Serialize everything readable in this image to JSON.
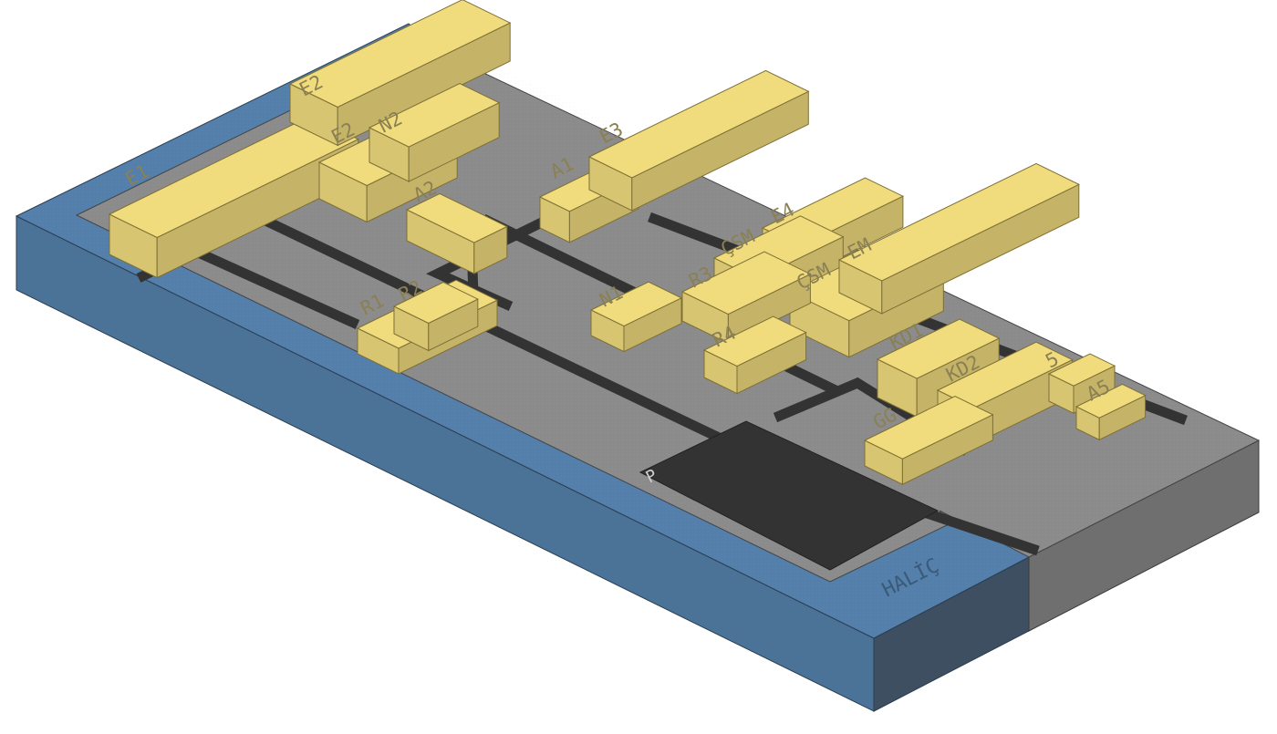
{
  "colors": {
    "water": "#4e7aa3",
    "ground": "#8c8c8c",
    "road": "#333333",
    "building": "#f0db7d"
  },
  "labels": {
    "e1": "E1",
    "e2_top": "E2",
    "e2": "E2",
    "n2": "N2",
    "a2": "A2",
    "a1": "A1",
    "e3": "E3",
    "e4": "E4",
    "csm_top": "ÇSM",
    "csm": "ÇSM",
    "em": "EM",
    "r3": "R3",
    "r1": "R1",
    "r2": "R2",
    "n1": "N1",
    "r4": "R4",
    "kd1": "KD1",
    "kd2": "KD2",
    "a5_partial": "5",
    "a5": "A5",
    "gg": "GG",
    "parking": "P",
    "water": "HALİÇ"
  }
}
